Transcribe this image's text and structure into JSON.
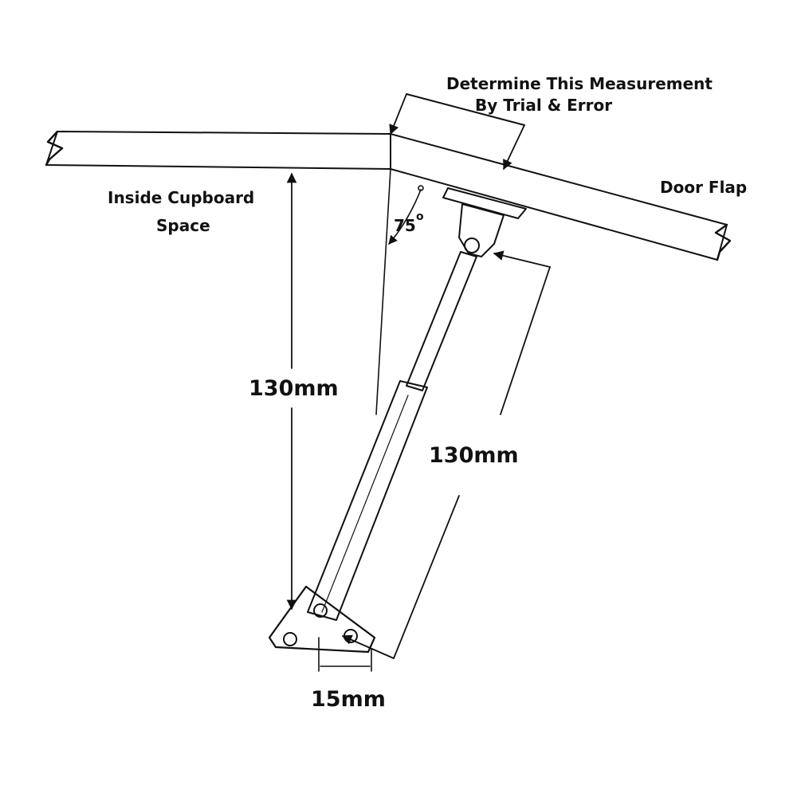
{
  "diagram": {
    "labels": {
      "measure_line1": "Determine This Measurement",
      "measure_line2": "By Trial & Error",
      "door_flap": "Door Flap",
      "inside_line1": "Inside Cupboard",
      "inside_line2": "Space",
      "angle": "75",
      "angle_unit": "o",
      "vertical_dim": "130mm",
      "strut_dim": "130mm",
      "base_dim": "15mm"
    },
    "colors": {
      "ink": "#111111",
      "background": "#ffffff"
    }
  }
}
